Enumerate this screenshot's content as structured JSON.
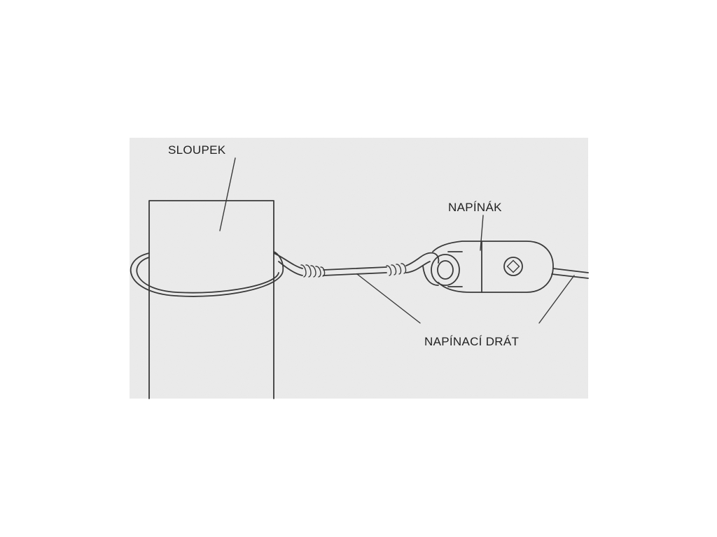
{
  "labels": {
    "post": "SLOUPEK",
    "tensioner": "NAPÍNÁK",
    "wire": "NAPÍNACÍ DRÁT"
  },
  "colors": {
    "panel_background": "#ececec",
    "line": "#3a3a3a",
    "text": "#222222"
  }
}
